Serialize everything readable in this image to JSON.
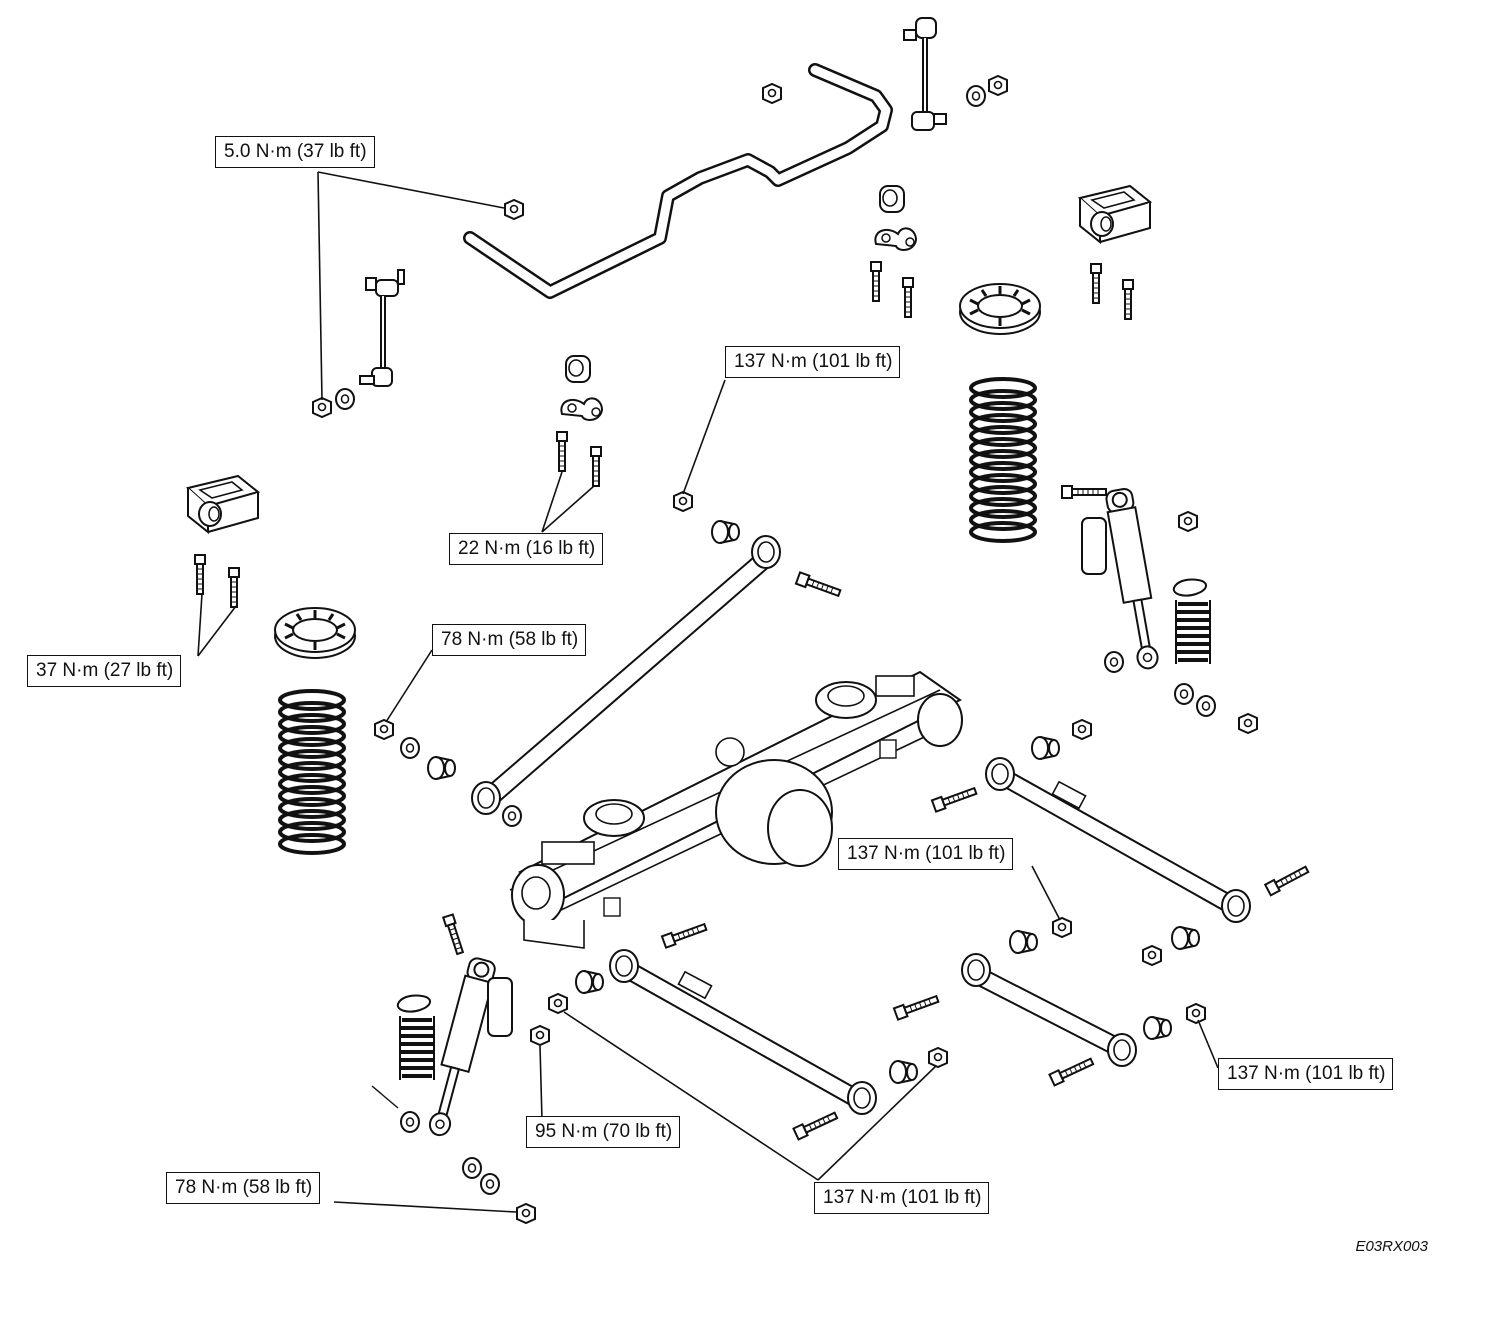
{
  "torque_specs": [
    {
      "id": "c1",
      "label": "5.0 N·m (37 lb ft)"
    },
    {
      "id": "c2",
      "label": "137 N·m (101 lb ft)"
    },
    {
      "id": "c3",
      "label": "22 N·m (16 lb ft)"
    },
    {
      "id": "c4",
      "label": "37 N·m (27 lb ft)"
    },
    {
      "id": "c5",
      "label": "78 N·m (58 lb ft)"
    },
    {
      "id": "c6",
      "label": "137 N·m (101 lb ft)"
    },
    {
      "id": "c7",
      "label": "137 N·m (101 lb ft)"
    },
    {
      "id": "c8",
      "label": "95 N·m (70 lb ft)"
    },
    {
      "id": "c9",
      "label": "137 N·m (101 lb ft)"
    },
    {
      "id": "c10",
      "label": "78 N·m (58 lb ft)"
    }
  ],
  "figure_code": "E03RX003"
}
